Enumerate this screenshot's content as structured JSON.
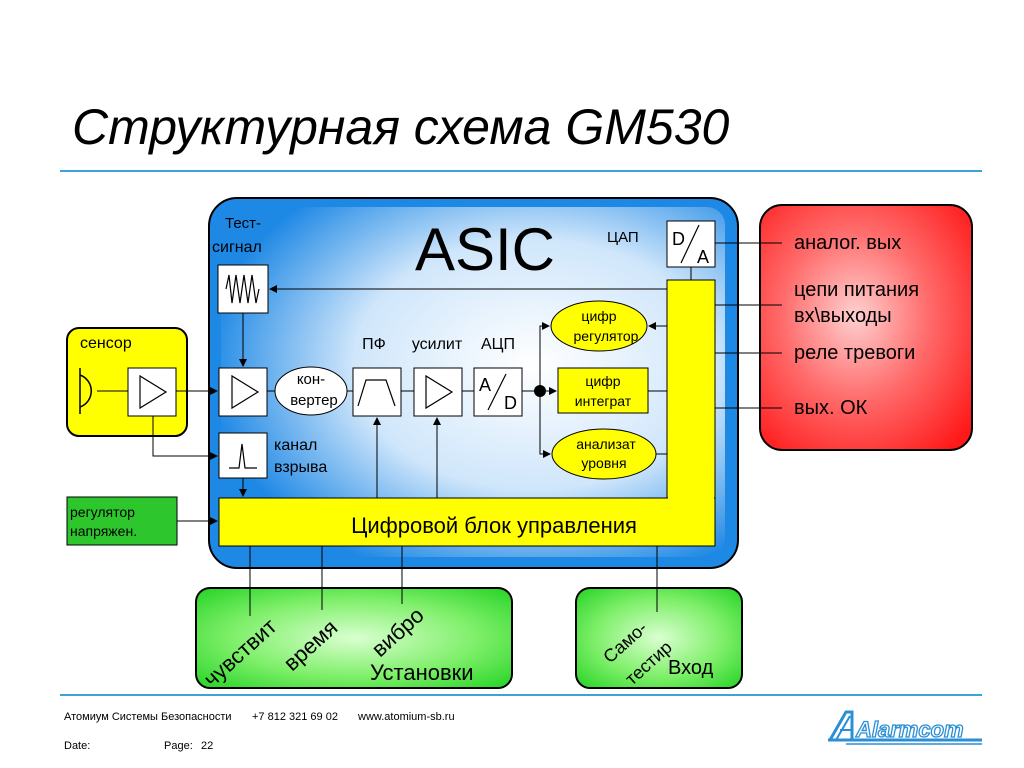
{
  "title": "Структурная схема GM530",
  "diagram": {
    "asic": "ASIC",
    "test_signal": [
      "Тест-",
      "сигнал"
    ],
    "dac_label": "ЦАП",
    "da_top": "D",
    "da_bottom": "A",
    "sensor": "сенсор",
    "converter": [
      "кон-",
      "вертер"
    ],
    "bandpass": "ПФ",
    "amplifier": "усилит",
    "adc_label": "АЦП",
    "ad_top": "A",
    "ad_bottom": "D",
    "digital_regulator": [
      "цифр",
      "регулятор"
    ],
    "digital_integrator": [
      "цифр",
      "интеграт"
    ],
    "level_analyzer": [
      "анализат",
      "уровня"
    ],
    "burst_channel": [
      "канал",
      "взрыва"
    ],
    "voltage_regulator": [
      "регулятор",
      "напряжен."
    ],
    "control_block": "Цифровой блок управления",
    "outputs": [
      "аналог. вых",
      "цепи питания",
      "вх\\выходы",
      "реле тревоги",
      "вых. ОК"
    ],
    "settings": {
      "sensitivity": "чувствит",
      "time": "время",
      "vibro": "вибро",
      "label": "Установки"
    },
    "selftest": {
      "self": [
        "Само-",
        "тестир"
      ],
      "input": "Вход"
    }
  },
  "footer": {
    "company": "Атомиум Системы Безопасности",
    "phone": "+7 812 321 69 02",
    "website": "www.atomium-sb.ru",
    "date_label": "Date:",
    "page_label": "Page:",
    "page_number": "22",
    "logo_text": "Alarmcom"
  },
  "colors": {
    "accent_rule": "#3aa3d8",
    "asic_blue": "#1e88e5",
    "yellow": "#ffff00",
    "red": "#ff2a2a",
    "green": "#33dd33",
    "logo_blue": "#2a8fd6"
  }
}
